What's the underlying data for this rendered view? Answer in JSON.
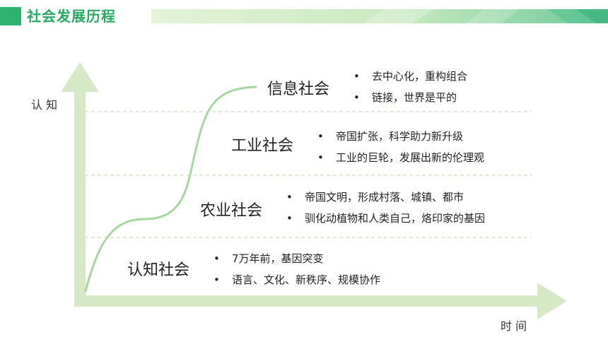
{
  "header": {
    "title": "社会发展历程",
    "accent_color": "#2db36f"
  },
  "axes": {
    "y_label": "认 知",
    "x_label": "时 间",
    "axis_color": "#d6e9c6"
  },
  "curve_color": "#a8d6a0",
  "stages": [
    {
      "name": "信息社会",
      "bullets": [
        "去中心化，重构组合",
        "链接，世界是平的"
      ]
    },
    {
      "name": "工业社会",
      "bullets": [
        "帝国扩张，科学助力新升级",
        "工业的巨轮，发展出新的伦理观"
      ]
    },
    {
      "name": "农业社会",
      "bullets": [
        "帝国文明，形成村落、城镇、都市",
        "驯化动植物和人类自己，烙印家的基因"
      ]
    },
    {
      "name": "认知社会",
      "bullets": [
        "7万年前，基因突变",
        "语言、文化、新秩序、规模协作"
      ]
    }
  ],
  "bullet_symbol": "•"
}
